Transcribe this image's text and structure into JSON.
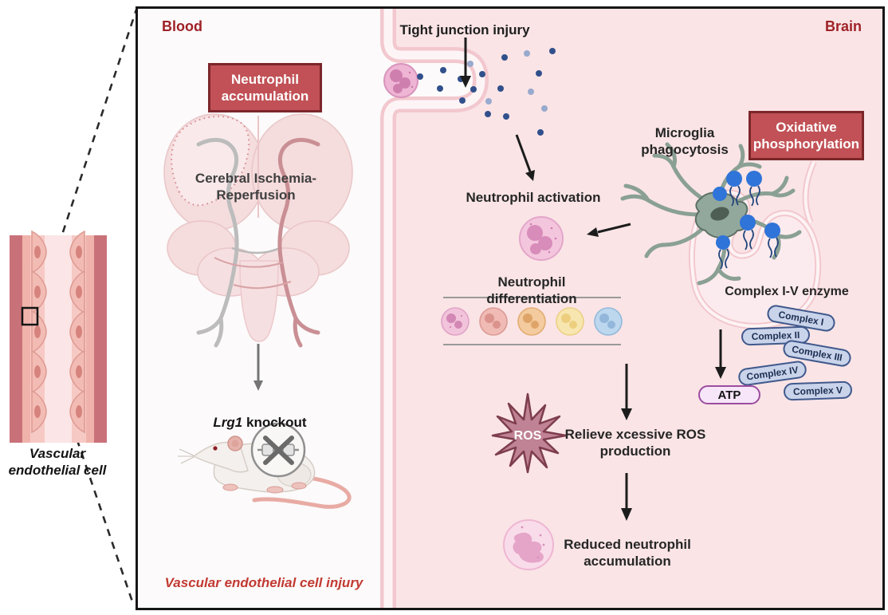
{
  "inset": {
    "label": "Vascular endothelial cell"
  },
  "panel": {
    "blood_label": "Blood",
    "brain_label": "Brain",
    "badges": {
      "neutrophil_accumulation": "Neutrophil accumulation",
      "oxidative_phosphorylation": "Oxidative phosphorylation"
    },
    "labels": {
      "tight_junction": "Tight junction injury",
      "cerebral": "Cerebral Ischemia-Reperfusion",
      "lrg1_gene": "Lrg1",
      "lrg1_rest": " knockout",
      "neutrophil_activation": "Neutrophil activation",
      "neutrophil_differentiation": "Neutrophil differentiation",
      "microglia": "Microglia phagocytosis",
      "complex_heading": "Complex I-V enzyme",
      "atp": "ATP",
      "ros": "ROS",
      "relieve_ros": "Relieve xcessive ROS production",
      "reduced": "Reduced neutrophil accumulation",
      "vec_injury": "Vascular endothelial cell injury"
    },
    "complexes": [
      "Complex I",
      "Complex II",
      "Complex III",
      "Complex IV",
      "Complex V"
    ]
  },
  "colors": {
    "badge_red": "#c15156",
    "badge_border": "#7c262a",
    "section_title_red": "#9e2126",
    "brain_bg_pink": "#fae4e6",
    "blood_bg": "#fcfafa",
    "wall_pink": "#f2c8ce",
    "ros_star_fill": "#c08295",
    "ros_star_border": "#7d3d4d",
    "complex_pill_fill": "#c9d3ea",
    "complex_pill_border": "#40598c",
    "atp_fill": "#f7e6f9",
    "atp_border": "#9b4da0",
    "injury_text_red": "#c23a33",
    "dot_navy": "#31508b",
    "dot_light": "#98aacd",
    "differentiation_cell_colors": [
      "#f2c4dc",
      "#f0bab5",
      "#f3cb9e",
      "#f8e6b0",
      "#bcd7ee"
    ]
  }
}
